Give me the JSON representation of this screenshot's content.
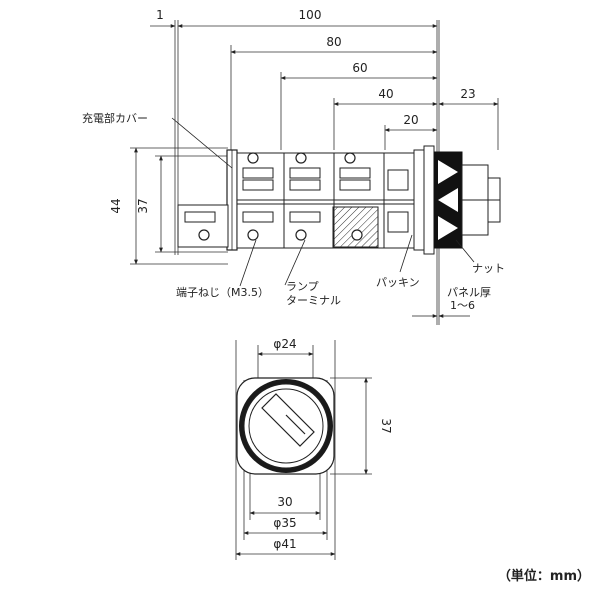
{
  "side_view": {
    "dims_top": {
      "d1": "1",
      "d100": "100",
      "d80": "80",
      "d60": "60",
      "d40": "40",
      "d20": "20",
      "d23": "23"
    },
    "dims_left": {
      "d44": "44",
      "d37": "37"
    },
    "labels": {
      "cover": "充電部カバー",
      "terminal_screw": "端子ねじ（M3.5）",
      "lamp_line1": "ランプ",
      "lamp_line2": "ターミナル",
      "packing": "パッキン",
      "nut": "ナット",
      "panel_line1": "パネル厚",
      "panel_line2": "1～6"
    }
  },
  "front_view": {
    "dims": {
      "phi24": "φ24",
      "d37": "37",
      "d30": "30",
      "phi35": "φ35",
      "phi41": "φ41"
    }
  },
  "unit": "（単位：mm）"
}
